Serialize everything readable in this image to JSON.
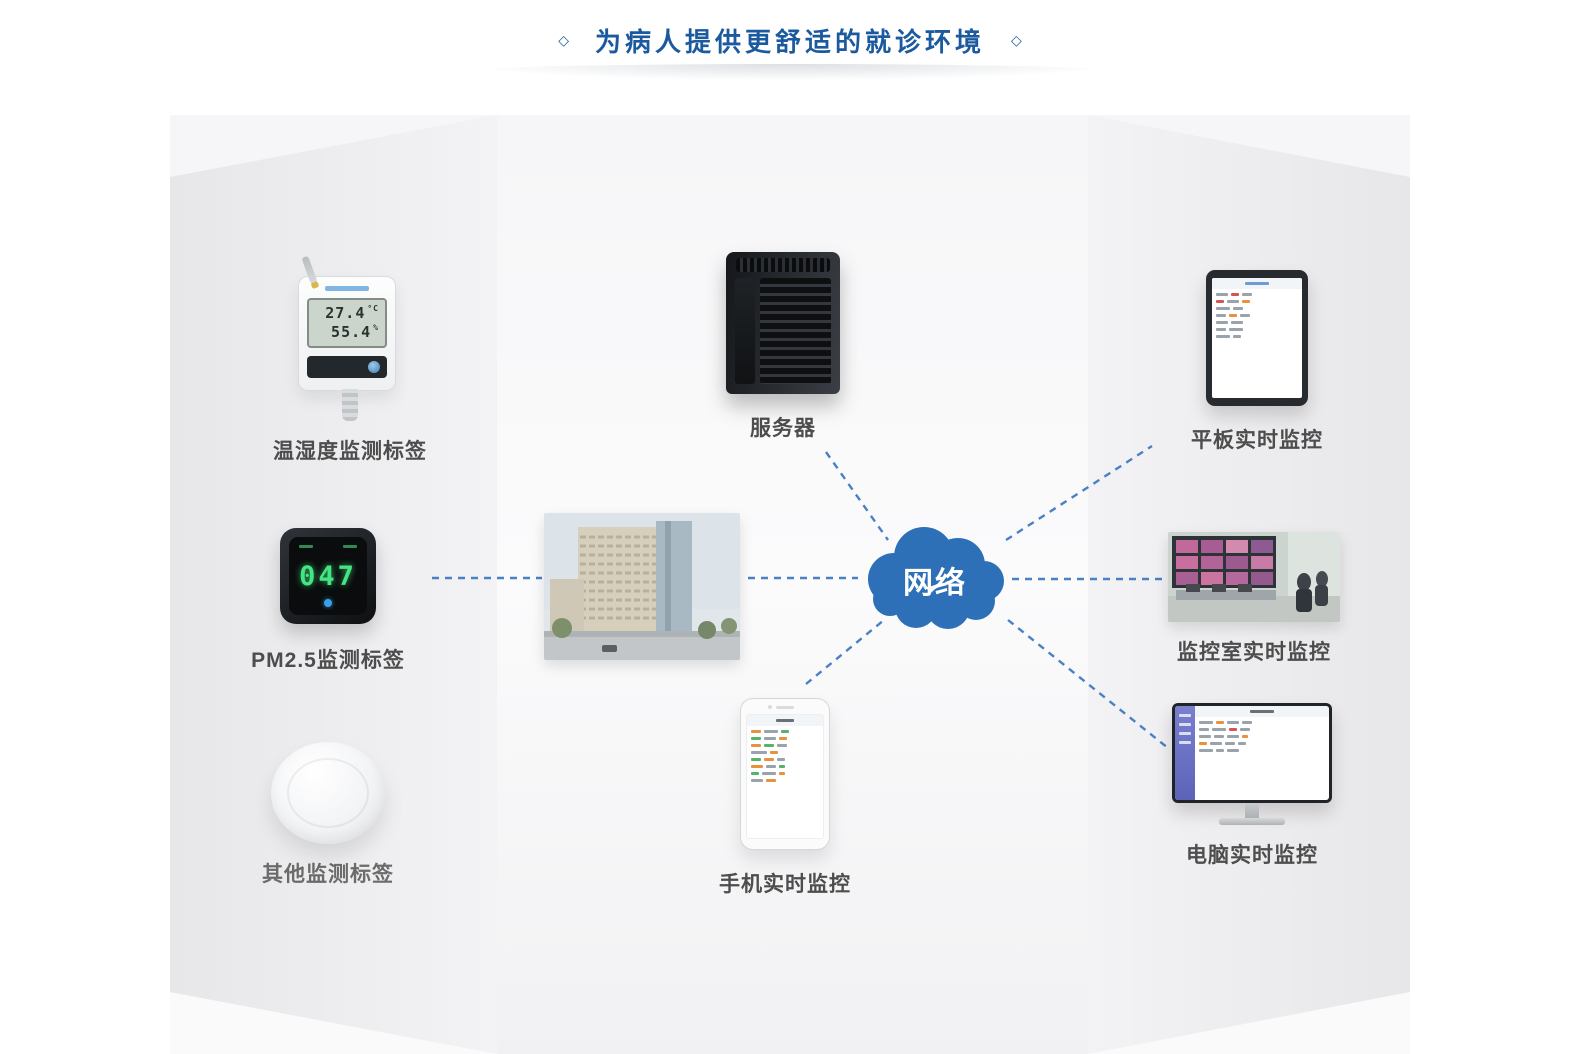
{
  "title": {
    "text": "为病人提供更舒适的就诊环境",
    "left_ornament": "◇",
    "right_ornament": "◇"
  },
  "network": {
    "label": "网络"
  },
  "devices": {
    "temp_humidity": {
      "label": "温湿度监测标签",
      "lcd_top": "27.4",
      "lcd_top_unit": "°C",
      "lcd_bottom": "55.4",
      "lcd_bottom_unit": "%"
    },
    "pm25": {
      "label": "PM2.5监测标签",
      "display": "047"
    },
    "other": {
      "label": "其他监测标签"
    },
    "server": {
      "label": "服务器"
    },
    "phone": {
      "label": "手机实时监控"
    },
    "tablet": {
      "label": "平板实时监控"
    },
    "control_room": {
      "label": "监控室实时监控"
    },
    "pc": {
      "label": "电脑实时监控"
    }
  },
  "colors": {
    "title_blue": "#1b5a9e",
    "cloud_blue": "#2d70b8",
    "line_blue": "#4a80c4",
    "label_gray": "#4d4d4d",
    "pm25_green": "#43e683"
  }
}
